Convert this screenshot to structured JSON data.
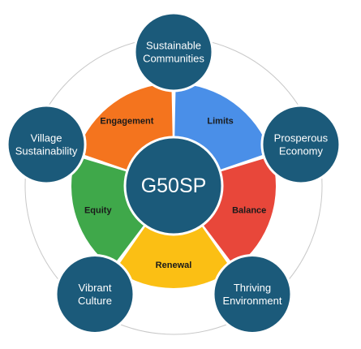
{
  "center": {
    "label": "G50SP",
    "color": "#1b5a7a"
  },
  "nodes": [
    {
      "key": "sustainable-communities",
      "lines": [
        "Sustainable",
        "Communities"
      ]
    },
    {
      "key": "prosperous-economy",
      "lines": [
        "Prosperous",
        "Economy"
      ]
    },
    {
      "key": "thriving-environment",
      "lines": [
        "Thriving",
        "Environment"
      ]
    },
    {
      "key": "vibrant-culture",
      "lines": [
        "Vibrant",
        "Culture"
      ]
    },
    {
      "key": "village-sustainability",
      "lines": [
        "Village",
        "Sustainability"
      ]
    }
  ],
  "segments": [
    {
      "key": "limits",
      "label": "Limits",
      "color": "#4a8fe8"
    },
    {
      "key": "balance",
      "label": "Balance",
      "color": "#e8473a"
    },
    {
      "key": "renewal",
      "label": "Renewal",
      "color": "#fbbf14"
    },
    {
      "key": "equity",
      "label": "Equity",
      "color": "#3fa84a"
    },
    {
      "key": "engagement",
      "label": "Engagement",
      "color": "#f4741e"
    }
  ],
  "colors": {
    "node": "#1b5a7a",
    "node_stroke": "#ffffff",
    "ring": "#c8c8c8",
    "arrow": "#ffffff"
  }
}
